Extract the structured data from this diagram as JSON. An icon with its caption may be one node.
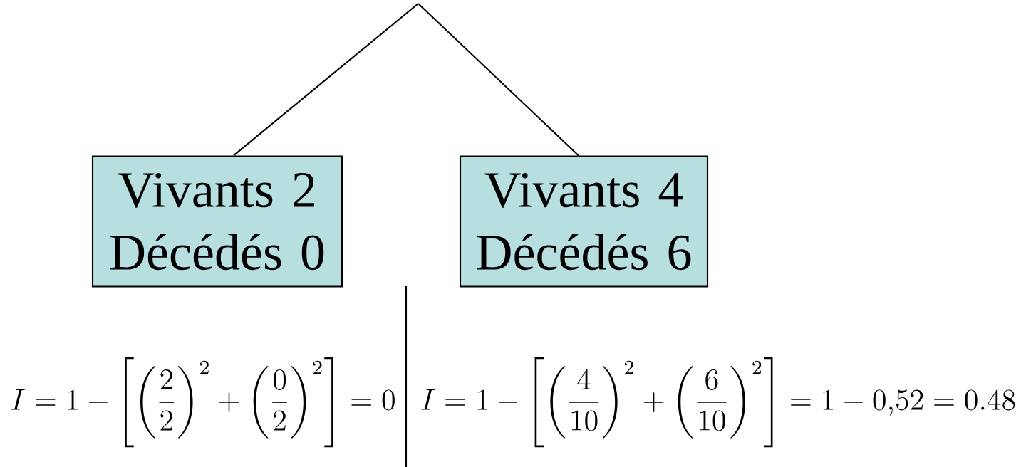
{
  "diagram": {
    "nodes": [
      {
        "text": [
          "Vivants 2 Décédés 0"
        ]
      },
      {
        "text": [
          "Vivants 4 Décédés 6"
        ]
      }
    ],
    "edges": [
      {
        "from": null,
        "to": 0,
        "arrow": "none"
      },
      {
        "from": null,
        "to": 1,
        "arrow": "none"
      }
    ],
    "labels": [
      "I = 1 - \\left[ \\left( \\frac{2}{2} \\right)^{2} + \\left( \\frac{0}{2} \\right)^{2} \\right] = 0",
      "I = 1 - \\left[ \\left( \\frac{4}{10} \\right)^{2} + \\left( \\frac{6}{10} \\right)^{2} \\right] = 1 - 0{,}52 = 0.48"
    ]
  }
}
